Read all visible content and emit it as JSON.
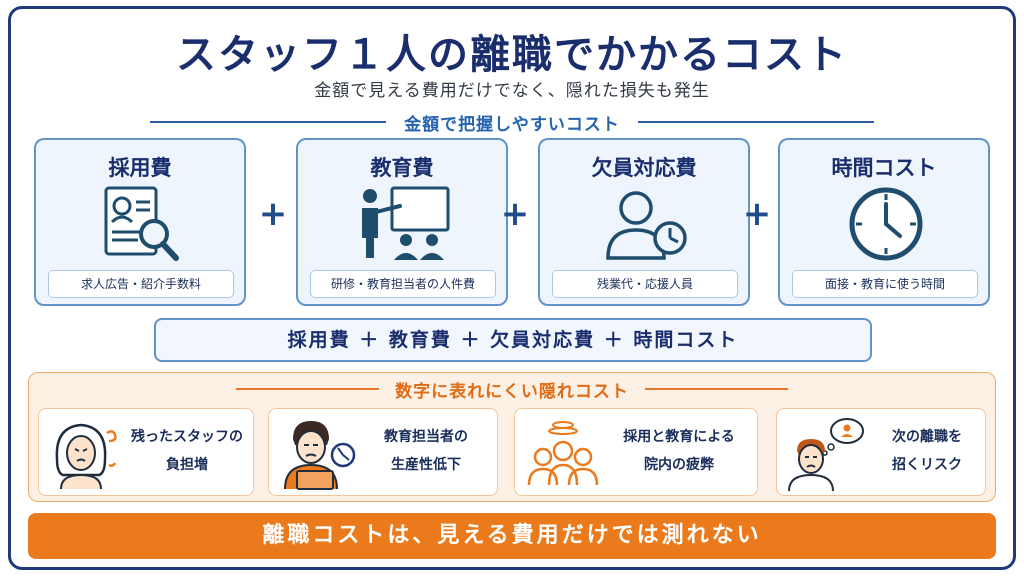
{
  "title": "スタッフ１人の離職でかかるコスト",
  "subtitle": "金額で見える費用だけでなく、隠れた損失も発生",
  "visible_section": {
    "heading": "金額で把握しやすいコスト",
    "cards": [
      {
        "title": "採用費",
        "caption": "求人広告・紹介手数料",
        "icon": "resume-search-icon"
      },
      {
        "title": "教育費",
        "caption": "研修・教育担当者の人件費",
        "icon": "training-presentation-icon"
      },
      {
        "title": "欠員対応費",
        "caption": "残業代・応援人員",
        "icon": "person-clock-icon"
      },
      {
        "title": "時間コスト",
        "caption": "面接・教育に使う時間",
        "icon": "clock-icon"
      }
    ],
    "plus_sign": "+",
    "sum_line": "採用費 ＋ 教育費 ＋ 欠員対応費 ＋ 時間コスト"
  },
  "hidden_section": {
    "heading": "数字に表れにくい隠れコスト",
    "items": [
      {
        "line1": "残ったスタッフの",
        "line2": "負担増",
        "icon": "stressed-woman-icon"
      },
      {
        "line1": "教育担当者の",
        "line2": "生産性低下",
        "icon": "tired-man-laptop-icon"
      },
      {
        "line1": "採用と教育による",
        "line2": "院内の疲弊",
        "icon": "exhausted-group-icon"
      },
      {
        "line1": "次の離職を",
        "line2": "招くリスク",
        "icon": "worried-man-thought-icon"
      }
    ]
  },
  "conclusion": "離職コストは、見える費用だけでは測れない",
  "colors": {
    "navy": "#1a2e6e",
    "blue_accent": "#2563b0",
    "card_border": "#5f95c9",
    "card_fill": "#eef5fc",
    "orange": "#ea7a1c",
    "orange_light": "#fdf1e6"
  }
}
